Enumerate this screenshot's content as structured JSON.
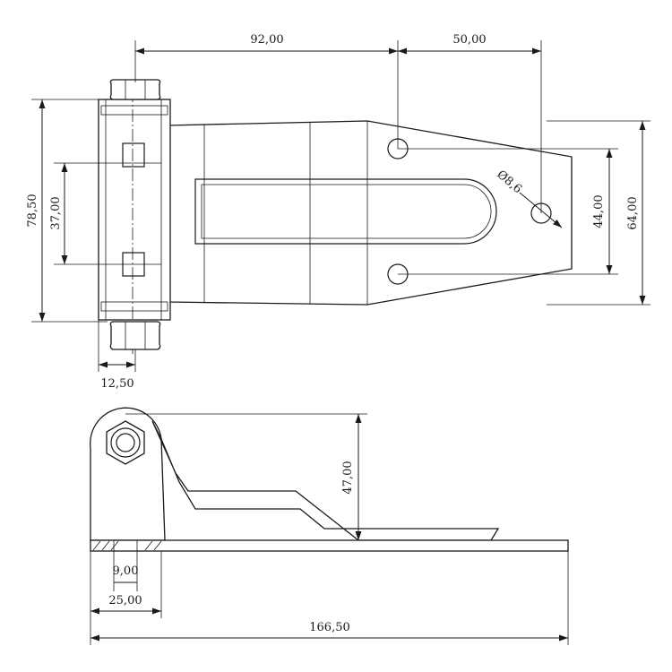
{
  "dimensions": {
    "d_92": "92,00",
    "d_50": "50,00",
    "d_78_5": "78,50",
    "d_37": "37,00",
    "d_44": "44,00",
    "d_64": "64,00",
    "d_12_5": "12,50",
    "d_hole": "Ø8,6",
    "d_47": "47,00",
    "d_9": "9,00",
    "d_25": "25,00",
    "d_166_5": "166,50"
  },
  "colors": {
    "line": "#1a1a1a",
    "background": "#ffffff"
  }
}
